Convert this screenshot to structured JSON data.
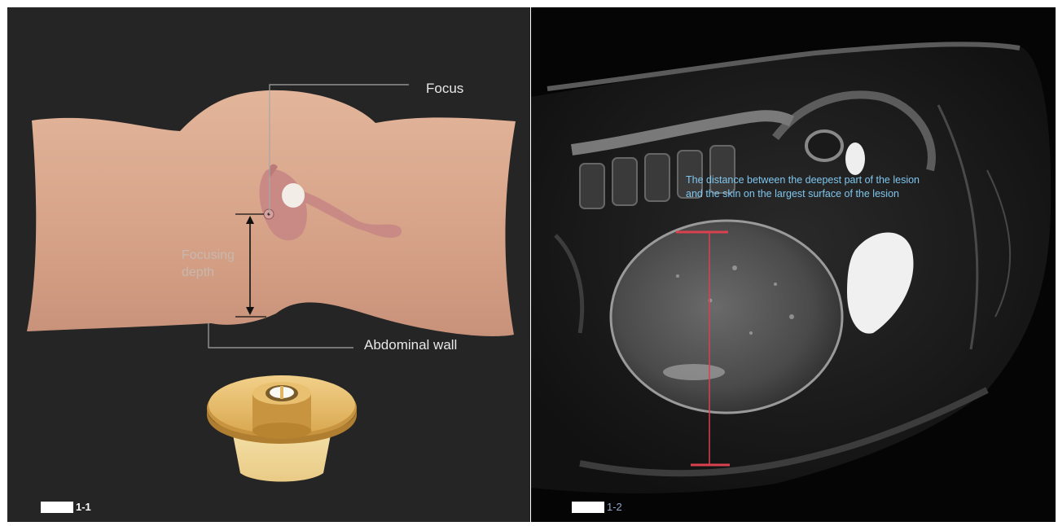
{
  "left_panel": {
    "labels": {
      "focus": "Focus",
      "focusing_depth": "Focusing\ndepth",
      "abdominal_wall": "Abdominal wall"
    },
    "figure_label": "1-1"
  },
  "right_panel": {
    "annotation": "The distance between the deepest part of the lesion and the skin on the largest surface of the lesion",
    "figure_label": "1-2"
  },
  "colors": {
    "panel_bg": "#252525",
    "skin": "#d9a98f",
    "organ": "#c98a86",
    "mri_text": "#7fc6ee",
    "measure_line": "#d9414e",
    "transducer": "#e4b869"
  }
}
